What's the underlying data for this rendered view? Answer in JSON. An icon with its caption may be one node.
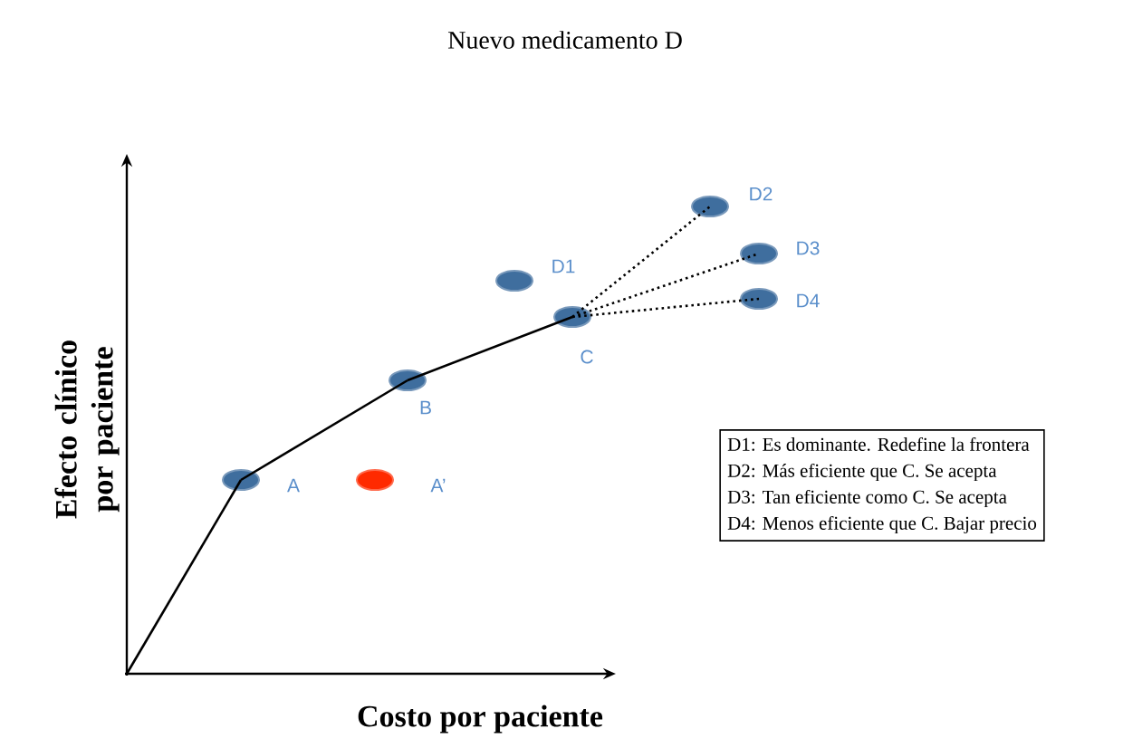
{
  "diagram": {
    "title": "Nuevo medicamento D",
    "nodes": [
      {
        "text": [],
        "shape": "ellipse",
        "beside": [
          "A"
        ]
      },
      {
        "text": [],
        "shape": "ellipse",
        "beside": [
          "A’"
        ]
      },
      {
        "text": [],
        "shape": "ellipse",
        "beside": [
          "B"
        ]
      },
      {
        "text": [],
        "shape": "ellipse",
        "beside": [
          "C"
        ]
      },
      {
        "text": [],
        "shape": "ellipse",
        "beside": [
          "D1"
        ]
      },
      {
        "text": [],
        "shape": "ellipse",
        "beside": [
          "D2"
        ]
      },
      {
        "text": [],
        "shape": "ellipse",
        "beside": [
          "D3"
        ]
      },
      {
        "text": [],
        "shape": "ellipse",
        "beside": [
          "D4"
        ]
      },
      {
        "text": [
          "D1: Es dominante. Redefine la frontera",
          "D2: Más eficiente que C. Se acepta",
          "D3: Tan eficiente como C. Se acepta",
          "D4: Menos eficiente que C. Bajar precio"
        ]
      }
    ],
    "edges": [
      {
        "from": null,
        "to": 0,
        "arrow": "none"
      },
      {
        "from": 0,
        "to": 2,
        "arrow": "none"
      },
      {
        "from": 2,
        "to": 3,
        "arrow": "none"
      },
      {
        "from": 3,
        "to": 5,
        "arrow": "none",
        "style": "dashed"
      },
      {
        "from": 3,
        "to": 6,
        "arrow": "none",
        "style": "dashed"
      },
      {
        "from": 3,
        "to": 7,
        "arrow": "none",
        "style": "dashed"
      }
    ],
    "labels": [
      "Efecto clínico por paciente",
      "Costo por paciente"
    ]
  }
}
